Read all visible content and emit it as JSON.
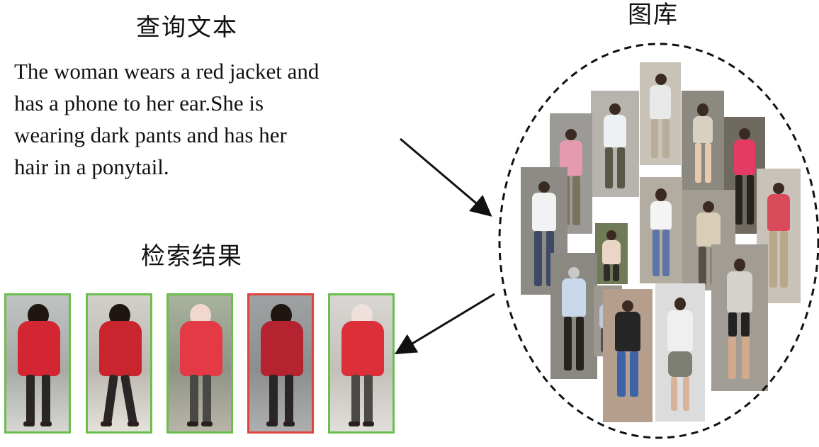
{
  "headings": {
    "query": "查询文本",
    "gallery": "图库",
    "results": "检索结果"
  },
  "query_text": {
    "lines": [
      "The woman wears a red jacket and",
      "has a phone to her ear.She is",
      "wearing dark pants and has her",
      "hair in a ponytail."
    ]
  },
  "colors": {
    "correct_border": "#6bbf4e",
    "incorrect_border": "#e0443e",
    "arrow": "#111111",
    "ellipse": "#111111"
  },
  "results": [
    {
      "status": "correct"
    },
    {
      "status": "correct"
    },
    {
      "status": "correct"
    },
    {
      "status": "incorrect"
    },
    {
      "status": "correct"
    }
  ]
}
